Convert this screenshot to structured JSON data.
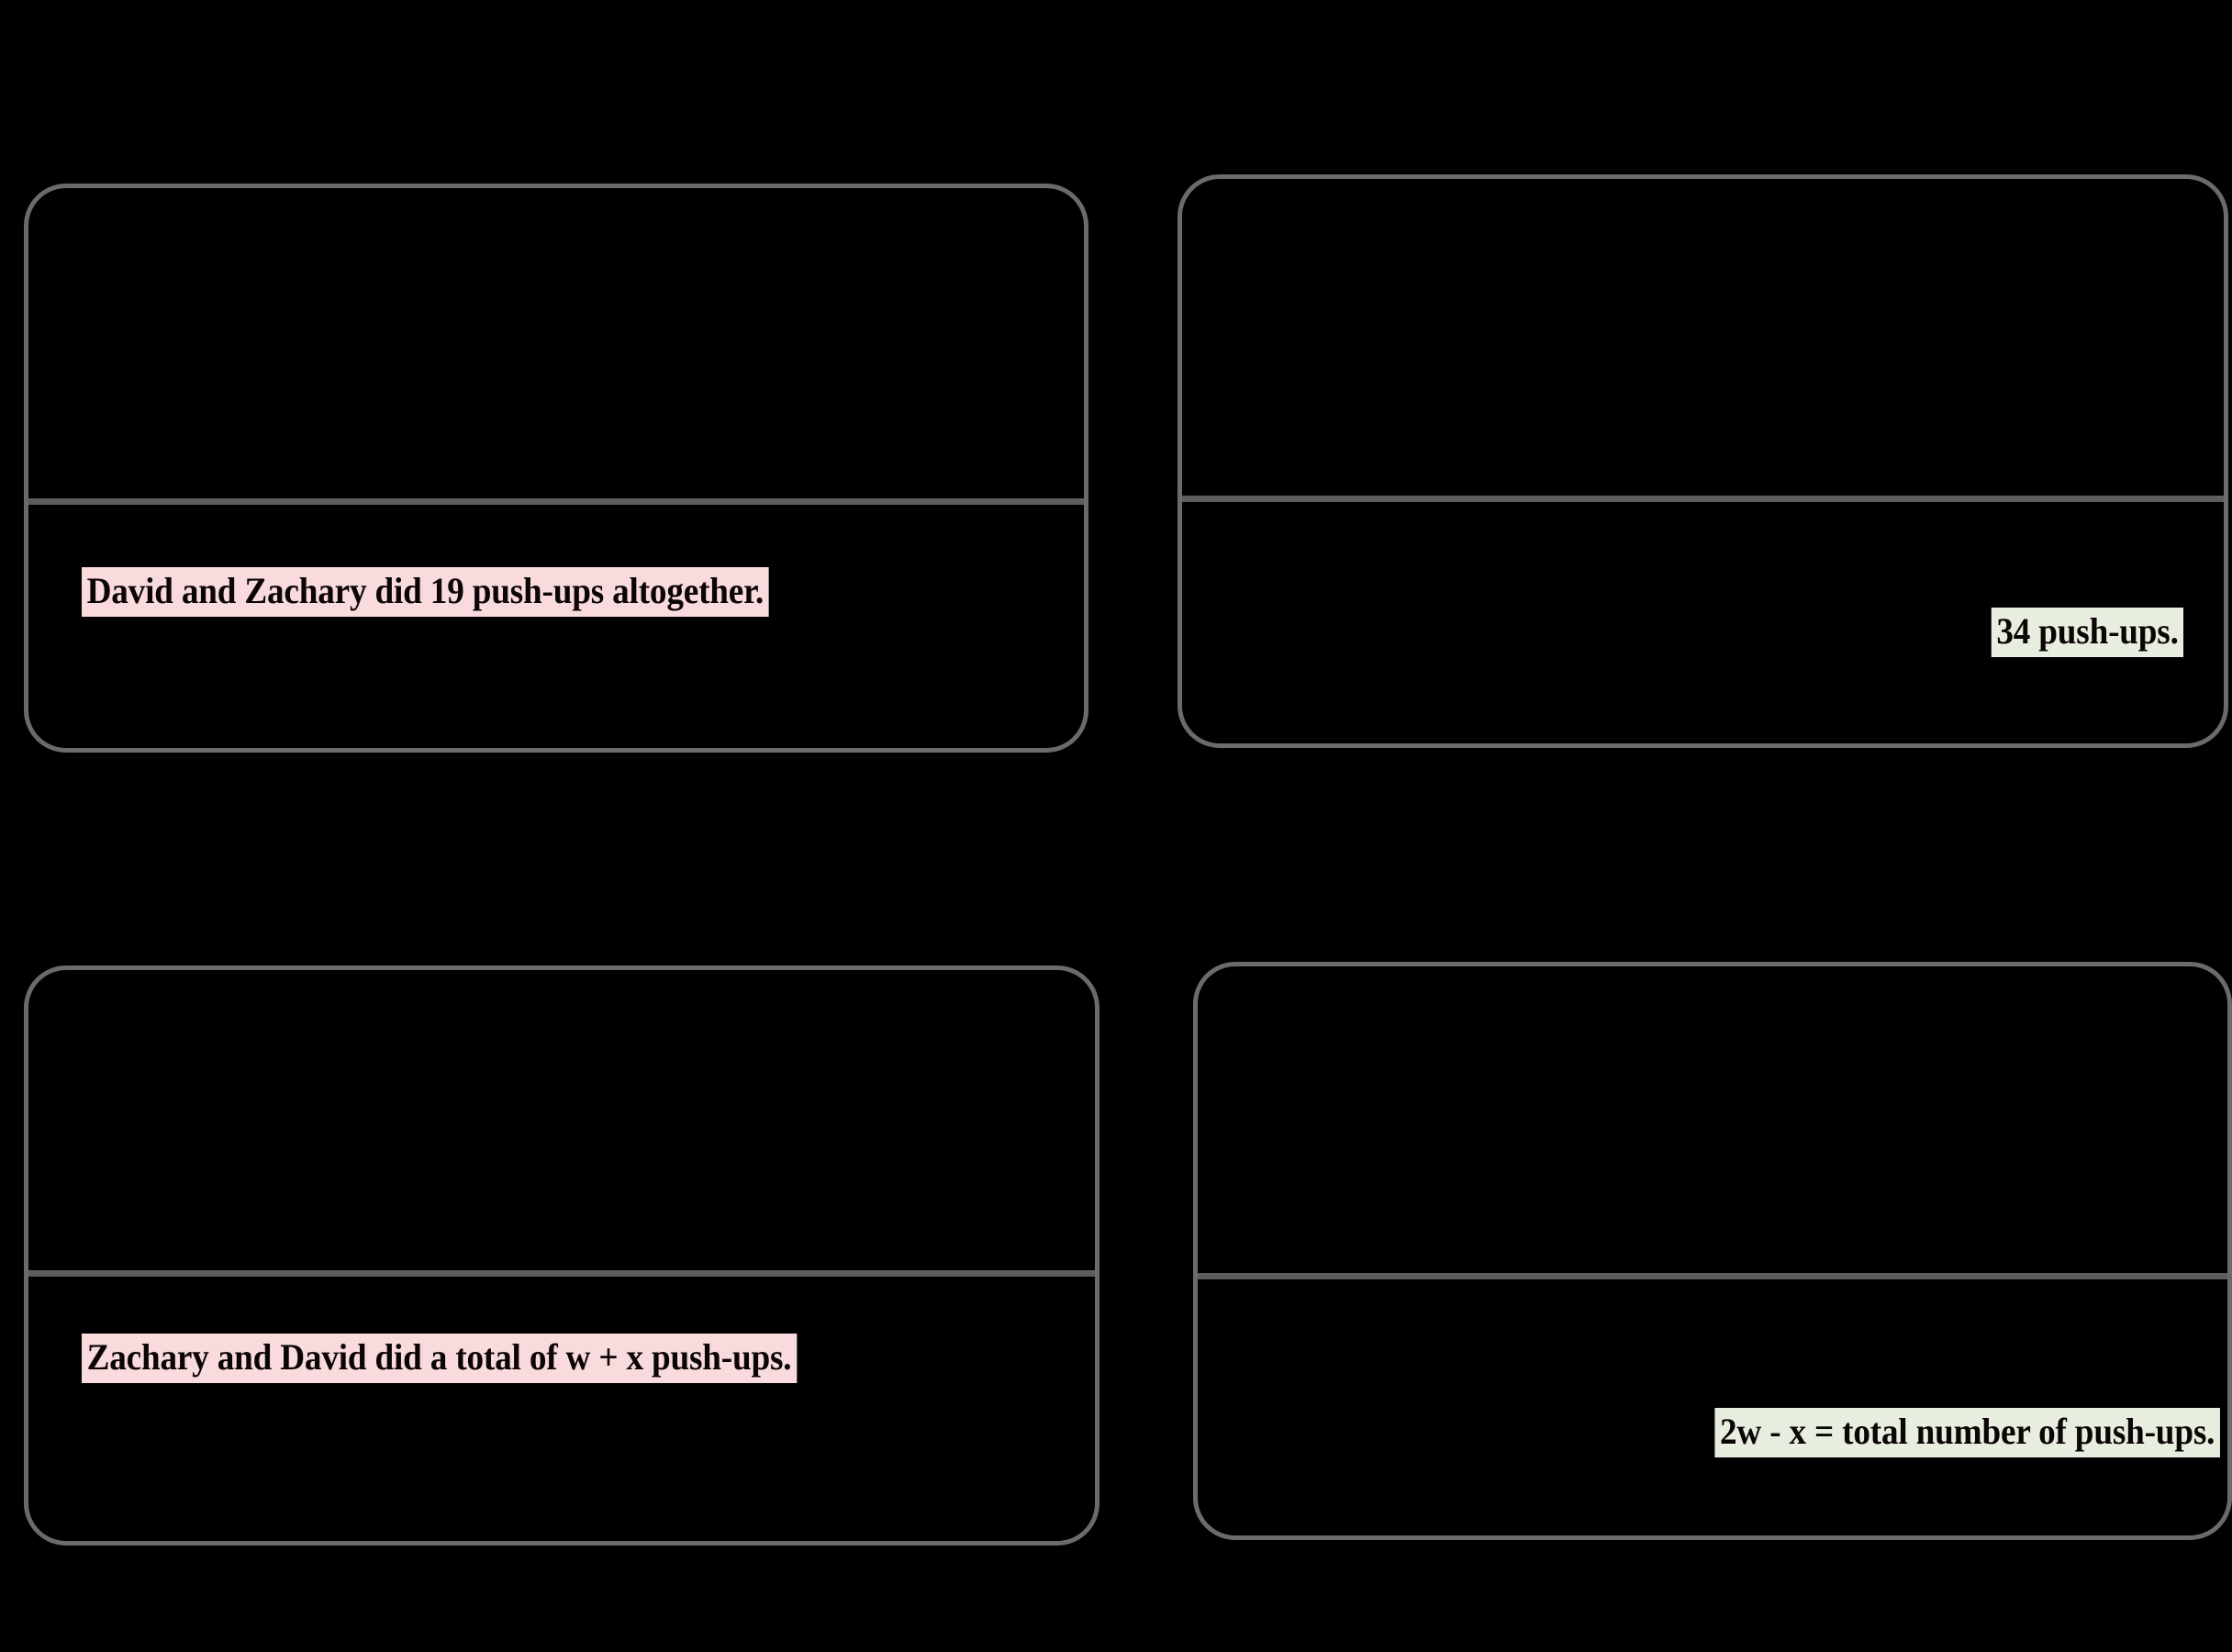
{
  "page": {
    "background_color": "#000000",
    "card_border_color": "#6b6b6b",
    "divider_color": "#5d5d5d",
    "highlight_pink": "#f9dadd",
    "highlight_green": "#e7eedf",
    "text_color": "#0b0506"
  },
  "cards": [
    {
      "id": "top-left",
      "position": "top-left",
      "answer_text": "David and Zachary did 19 push-ups altogether.",
      "highlight": "pink",
      "align": "left"
    },
    {
      "id": "top-right",
      "position": "top-right",
      "answer_text": "34 push-ups.",
      "highlight": "green",
      "align": "right"
    },
    {
      "id": "bottom-left",
      "position": "bottom-left",
      "answer_text": "Zachary and David did a total of w + x push-ups.",
      "highlight": "pink",
      "align": "left"
    },
    {
      "id": "bottom-right",
      "position": "bottom-right",
      "answer_text": "2w - x = total number of push-ups.",
      "highlight": "green",
      "align": "right"
    }
  ]
}
